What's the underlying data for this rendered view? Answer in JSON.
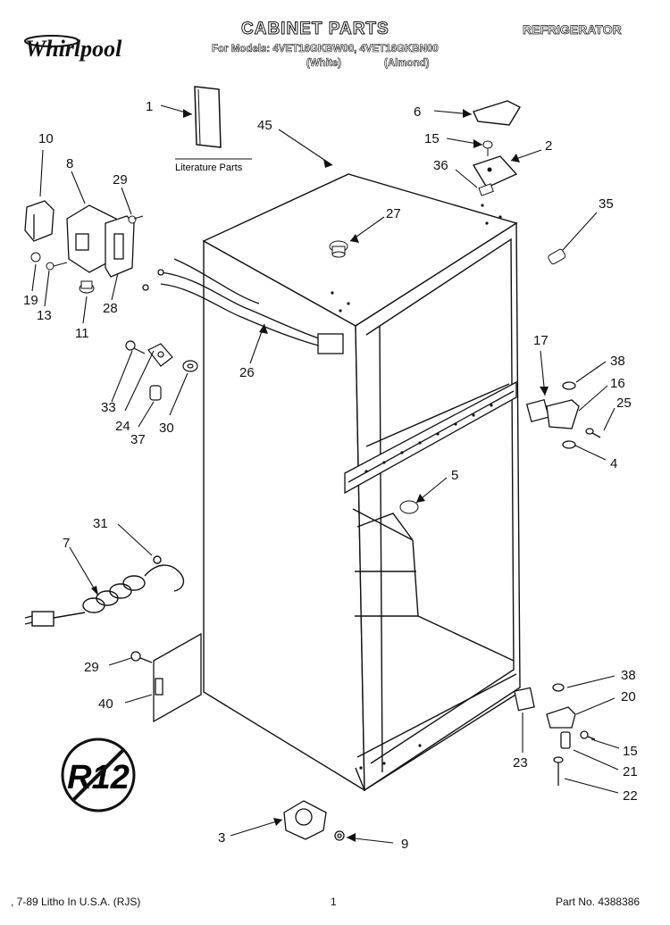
{
  "brand": "Whirlpool",
  "header": {
    "title": "CABINET PARTS",
    "category": "REFRIGERATOR",
    "models_line": "For Models: 4VET16GKBW00, 4VET16GKBN00",
    "color_white": "(White)",
    "color_almond": "(Almond)"
  },
  "literature_label": "Literature Parts",
  "refrigerant_badge": "R12",
  "callouts": [
    "1",
    "45",
    "6",
    "15",
    "2",
    "36",
    "35",
    "10",
    "8",
    "29",
    "27",
    "19",
    "13",
    "11",
    "28",
    "26",
    "17",
    "38",
    "16",
    "25",
    "33",
    "24",
    "37",
    "30",
    "4",
    "5",
    "31",
    "7",
    "29",
    "40",
    "38",
    "20",
    "15",
    "23",
    "21",
    "22",
    "3",
    "9"
  ],
  "footer": {
    "litho": ", 7-89 Litho In U.S.A. (RJS)",
    "page": "1",
    "part_no": "Part No. 4388386"
  }
}
